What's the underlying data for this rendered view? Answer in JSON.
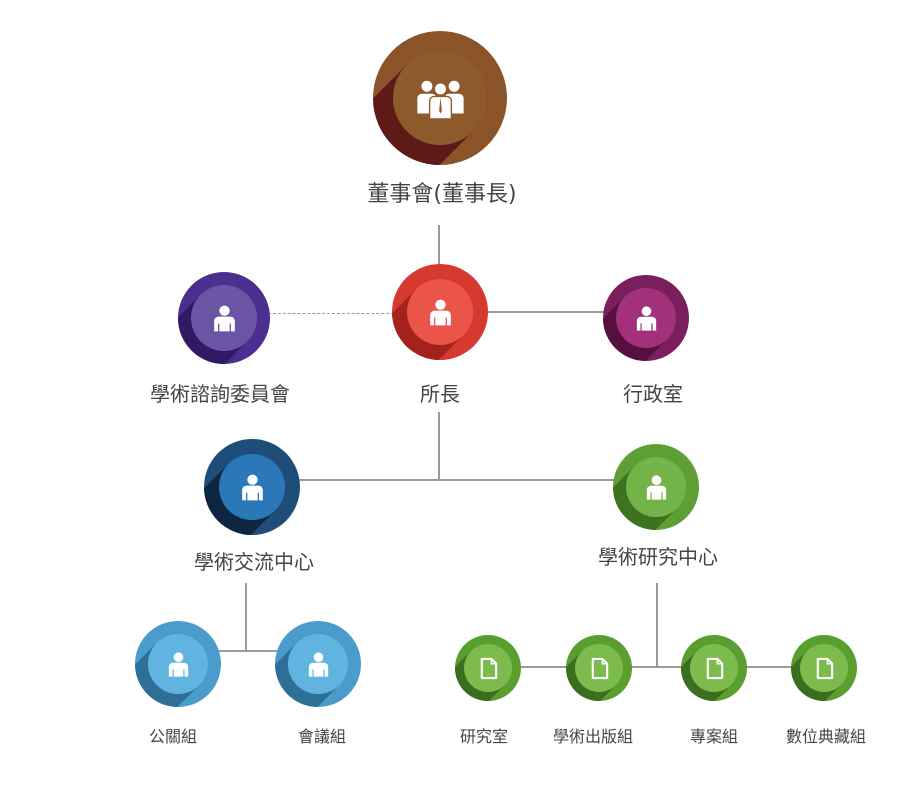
{
  "nodes": {
    "board": {
      "label": "董事會(董事長)",
      "icon": "group-icon",
      "color": "#8a5428",
      "inner": "#8d5a2b",
      "shade": "#5e1a16"
    },
    "director": {
      "label": "所長",
      "icon": "person-icon",
      "color": "#d63a2e",
      "inner": "#ea5449",
      "shade": "#a32219"
    },
    "advisory": {
      "label": "學術諮詢委員會",
      "icon": "person-icon",
      "color": "#4b2f8e",
      "inner": "#6c54a4",
      "shade": "#2f1a63"
    },
    "admin": {
      "label": "行政室",
      "icon": "person-icon",
      "color": "#7b1f5c",
      "inner": "#a2307a",
      "shade": "#55103d"
    },
    "exchange": {
      "label": "學術交流中心",
      "icon": "person-icon",
      "color": "#1f4d7a",
      "inner": "#2a78b8",
      "shade": "#0e2640"
    },
    "research": {
      "label": "學術研究中心",
      "icon": "person-icon",
      "color": "#5f9e35",
      "inner": "#74b348",
      "shade": "#3d7220"
    },
    "pr": {
      "label": "公關組",
      "icon": "person-icon",
      "color": "#4a9ccc",
      "inner": "#62b4e0",
      "shade": "#2d6f97"
    },
    "meeting": {
      "label": "會議組",
      "icon": "person-icon",
      "color": "#4a9ccc",
      "inner": "#62b4e0",
      "shade": "#2d6f97"
    },
    "lab": {
      "label": "研究室",
      "icon": "document-icon",
      "color": "#5a9e30",
      "inner": "#7dbb4f",
      "shade": "#3b6e1e"
    },
    "publishing": {
      "label": "學術出版組",
      "icon": "document-icon",
      "color": "#5a9e30",
      "inner": "#7dbb4f",
      "shade": "#3b6e1e"
    },
    "projects": {
      "label": "專案組",
      "icon": "document-icon",
      "color": "#5a9e30",
      "inner": "#7dbb4f",
      "shade": "#3b6e1e"
    },
    "digital": {
      "label": "數位典藏組",
      "icon": "document-icon",
      "color": "#5a9e30",
      "inner": "#7dbb4f",
      "shade": "#3b6e1e"
    }
  }
}
